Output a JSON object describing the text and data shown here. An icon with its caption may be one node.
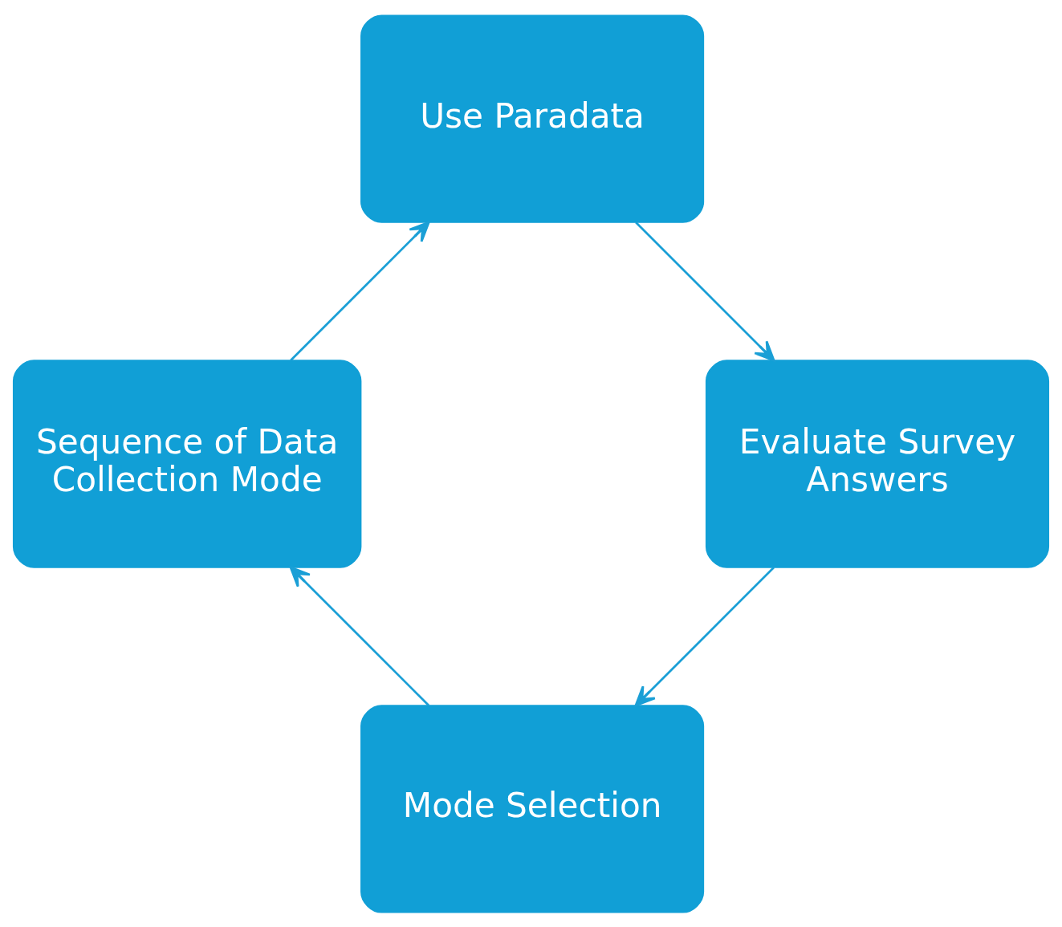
{
  "diagram": {
    "nodes": [
      {
        "text": [
          "Mode Selection"
        ]
      },
      {
        "text": [
          "Sequence of Data Collection Mode"
        ]
      },
      {
        "text": [
          "Use Paradata"
        ]
      },
      {
        "text": [
          "Evaluate Survey Answers"
        ]
      }
    ],
    "edges": [
      {
        "from": 0,
        "to": 1,
        "arrow": "to"
      },
      {
        "from": 1,
        "to": 2,
        "arrow": "to"
      },
      {
        "from": 2,
        "to": 3,
        "arrow": "to"
      },
      {
        "from": 3,
        "to": 0,
        "arrow": "to"
      }
    ]
  }
}
